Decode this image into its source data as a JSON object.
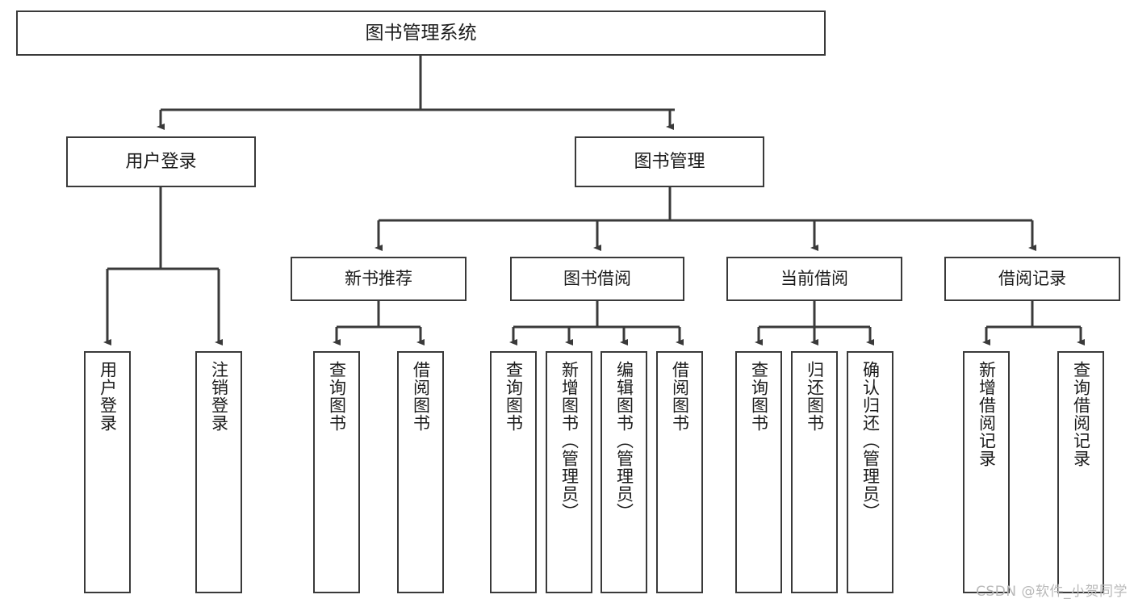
{
  "diagram": {
    "title": "图书管理系统",
    "type": "tree-hierarchy-chart",
    "root": {
      "id": "root",
      "label": "图书管理系统"
    },
    "level2": [
      {
        "id": "user-login",
        "label": "用户登录"
      },
      {
        "id": "book-manage",
        "label": "图书管理"
      }
    ],
    "level3": [
      {
        "id": "new-book-rec",
        "label": "新书推荐"
      },
      {
        "id": "book-borrow",
        "label": "图书借阅"
      },
      {
        "id": "current-borrow",
        "label": "当前借阅"
      },
      {
        "id": "borrow-record",
        "label": "借阅记录"
      }
    ],
    "leaves": {
      "user_login": [
        {
          "id": "leaf-user-login",
          "label": "用户登录"
        },
        {
          "id": "leaf-user-logout",
          "label": "注销登录"
        }
      ],
      "new_book_rec": [
        {
          "id": "leaf-query-book-1",
          "label": "查询图书"
        },
        {
          "id": "leaf-borrow-book-1",
          "label": "借阅图书"
        }
      ],
      "book_borrow": [
        {
          "id": "leaf-query-book-2",
          "label": "查询图书"
        },
        {
          "id": "leaf-add-book",
          "label": "新增图书（管理员）"
        },
        {
          "id": "leaf-edit-book",
          "label": "编辑图书（管理员）"
        },
        {
          "id": "leaf-borrow-book-2",
          "label": "借阅图书"
        }
      ],
      "current_borrow": [
        {
          "id": "leaf-query-book-3",
          "label": "查询图书"
        },
        {
          "id": "leaf-return-book",
          "label": "归还图书"
        },
        {
          "id": "leaf-confirm-return",
          "label": "确认归还（管理员）"
        }
      ],
      "borrow_record": [
        {
          "id": "leaf-add-record",
          "label": "新增借阅记录"
        },
        {
          "id": "leaf-query-record",
          "label": "查询借阅记录"
        }
      ]
    },
    "watermark": "CSDN @软件_小贺同学",
    "colors": {
      "node_border": "#3a3a3a",
      "node_fill": "#ffffff",
      "edge": "#3a3a3a",
      "text": "#1b1b1b",
      "watermark": "#b9b9b9",
      "background": "#ffffff"
    }
  }
}
